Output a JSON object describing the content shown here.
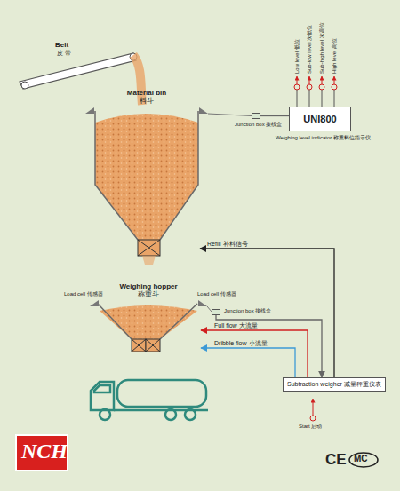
{
  "diagram": {
    "nodes": [
      {
        "text": [
          "Material bin",
          "料斗"
        ]
      },
      {
        "text": [
          "Junction box 接线盒"
        ]
      },
      {
        "text": [
          "UNI800",
          "Weighing level indicator 称重料位指示仪"
        ]
      },
      {
        "text": [
          "Weighing hopper",
          "称重斗"
        ]
      },
      {
        "text": [
          "Junction box 接线盒"
        ]
      },
      {
        "text": [
          "Subtraction weigher 减量秤重仪表"
        ]
      }
    ],
    "edges": [
      {
        "from": 1,
        "to": 2,
        "arrow": "none"
      },
      {
        "from": 5,
        "to": 0,
        "label": "Refill 补料信号",
        "arrow": "to"
      },
      {
        "from": 4,
        "to": 5,
        "arrow": "to"
      },
      {
        "from": 5,
        "to": 3,
        "label": "Full flow 大流量",
        "arrow": "to"
      },
      {
        "from": 5,
        "to": 3,
        "label": "Dribble flow 小流量",
        "arrow": "to"
      }
    ],
    "labels": [
      "Belt",
      "皮 带",
      "Low level 低位",
      "Sub-low level 次低位",
      "Sub-high level 次高位",
      "High level 高位",
      "Load cell 传感器",
      "Load cell 传感器",
      "Start 启动",
      "NCH",
      "CE",
      "MC"
    ]
  }
}
